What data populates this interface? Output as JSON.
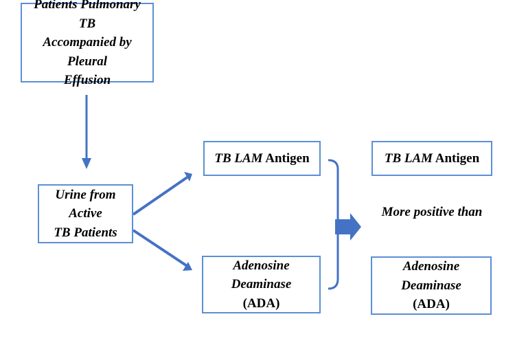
{
  "colors": {
    "box_border": "#5b8fd6",
    "arrow": "#4472c4",
    "text": "#000000"
  },
  "boxes": {
    "patients": {
      "line1": "Patients Pulmonary TB",
      "line2": "Accompanied by Pleural",
      "line3": "Effusion"
    },
    "urine": {
      "line1": "Urine from Active",
      "line2": "TB Patients"
    },
    "tb_lam_left": {
      "italic": "TB LAM",
      "rest": " Antigen"
    },
    "ada_left": {
      "line1": "Adenosine Deaminase",
      "line2": "(ADA)"
    },
    "tb_lam_right": {
      "italic": "TB LAM",
      "rest": " Antigen"
    },
    "ada_right": {
      "line1": "Adenosine Deaminase",
      "line2": "(ADA)"
    }
  },
  "comparison_text": "More positive than"
}
